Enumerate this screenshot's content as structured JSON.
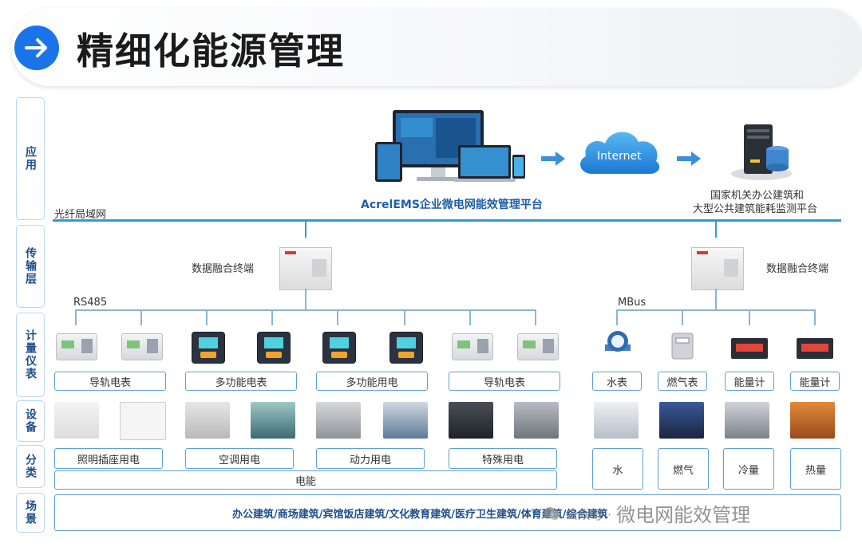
{
  "header": {
    "title": "精细化能源管理",
    "icon": "arrow-right-icon",
    "accent": "#1a73e8"
  },
  "layers": {
    "app": "应用",
    "transport": "传输层",
    "meter": "计量仪表",
    "device": "设备",
    "category": "分类",
    "scene": "场景"
  },
  "network": {
    "fiber_lan": "光纤局域网",
    "rs485": "RS485",
    "mbus": "MBus",
    "internet": "Internet",
    "platform": "AcrelEMS企业微电网能效管理平台",
    "gov_platform_line1": "国家机关办公建筑和",
    "gov_platform_line2": "大型公共建筑能耗监测平台",
    "terminal_left": "数据融合终端",
    "terminal_right": "数据融合终端"
  },
  "meters": {
    "groups": [
      "导轨电表",
      "多功能电表",
      "多功能用电",
      "导轨电表"
    ],
    "right": [
      "水表",
      "燃气表",
      "能量计",
      "能量计"
    ]
  },
  "categories": {
    "electric": [
      "照明插座用电",
      "空调用电",
      "动力用电",
      "特殊用电"
    ],
    "electric_total": "电能",
    "right": [
      "水",
      "燃气",
      "冷量",
      "热量"
    ]
  },
  "scene": {
    "text": "办公建筑/商场建筑/宾馆饭店建筑/文化教育建筑/医疗卫生建筑/体育建筑/综合建筑"
  },
  "watermark": {
    "prefix": "公众号 ·",
    "name": "微电网能效管理"
  }
}
